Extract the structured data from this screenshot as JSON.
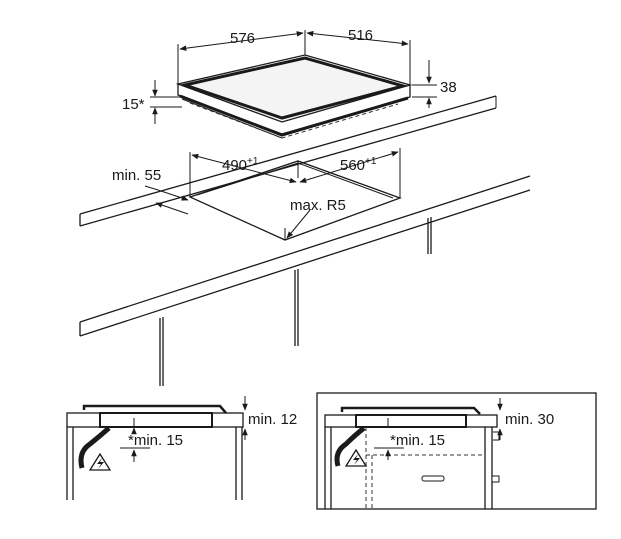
{
  "top_view": {
    "hob_width": "576",
    "hob_depth": "516",
    "hob_height": "38",
    "hob_inset": "15*",
    "cutout_width_base": "490",
    "cutout_width_tol": "+1",
    "cutout_depth_base": "560",
    "cutout_depth_tol": "+1",
    "min_edge": "min. 55",
    "radius": "max. R5"
  },
  "side_left": {
    "gap_top": "min. 12",
    "gap_below": "*min. 15"
  },
  "side_right": {
    "gap_top": "min. 30",
    "gap_below": "*min. 15"
  },
  "colors": {
    "line": "#1a1a1a",
    "hob_top": "#f2f2f2",
    "hob_edge": "#2a2a2a",
    "worktop_side": "#bdbdbd"
  },
  "icons": [
    "electric-hazard-icon",
    "electric-hazard-icon"
  ]
}
